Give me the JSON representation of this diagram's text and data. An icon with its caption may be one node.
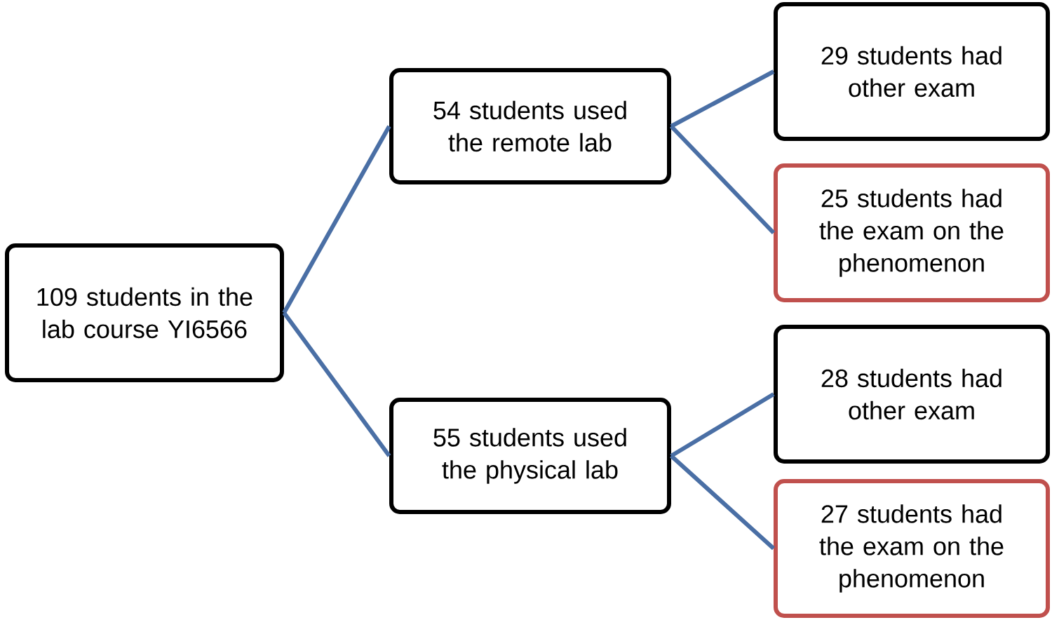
{
  "diagram": {
    "nodes": [
      {
        "text": [
          "109 students in the lab course YI6566"
        ]
      },
      {
        "text": [
          "54 students used the remote lab"
        ]
      },
      {
        "text": [
          "55 students used the physical lab"
        ]
      },
      {
        "text": [
          "29 students had other exam"
        ]
      },
      {
        "text": [
          "25 students had the exam on the phenomenon"
        ]
      },
      {
        "text": [
          "28 students had other exam"
        ]
      },
      {
        "text": [
          "27 students had the exam on the phenomenon"
        ]
      }
    ],
    "edges": [
      {
        "from": 0,
        "to": 1,
        "arrow": "none"
      },
      {
        "from": 0,
        "to": 2,
        "arrow": "none"
      },
      {
        "from": 1,
        "to": 3,
        "arrow": "none"
      },
      {
        "from": 1,
        "to": 4,
        "arrow": "none"
      },
      {
        "from": 2,
        "to": 5,
        "arrow": "none"
      },
      {
        "from": 2,
        "to": 6,
        "arrow": "none"
      }
    ]
  }
}
